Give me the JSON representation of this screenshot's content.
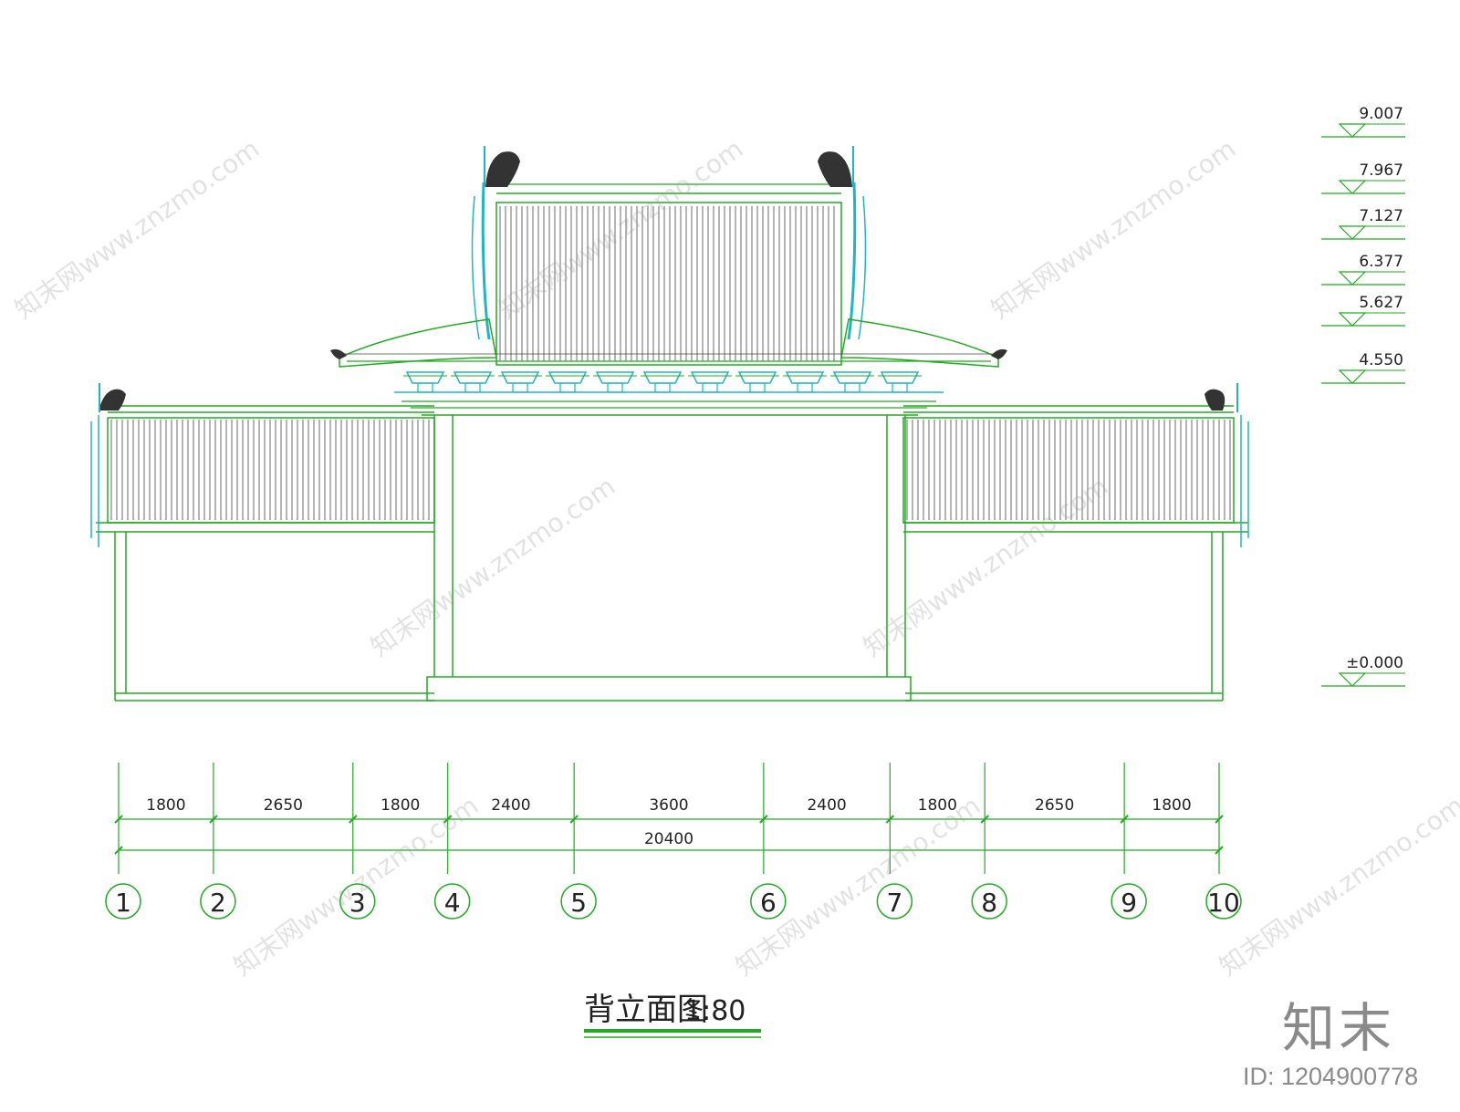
{
  "drawing": {
    "title": "背立面图",
    "scale": "1:80"
  },
  "elevations": [
    "9.007",
    "7.967",
    "7.127",
    "6.377",
    "5.627",
    "4.550",
    "±0.000"
  ],
  "dimensions": {
    "spans": [
      "1800",
      "2650",
      "1800",
      "2400",
      "3600",
      "2400",
      "1800",
      "2650",
      "1800"
    ],
    "total": "20400"
  },
  "axes": [
    "1",
    "2",
    "3",
    "4",
    "5",
    "6",
    "7",
    "8",
    "9",
    "10"
  ],
  "watermark": {
    "text": "知末网www.znzmo.com",
    "logo": "知末",
    "id_text": "ID: 1204900778"
  },
  "colors": {
    "outline": "#22aa22",
    "roof_detail": "#1fb5c4",
    "text": "#222222",
    "watermark": "#9a9a9a"
  }
}
